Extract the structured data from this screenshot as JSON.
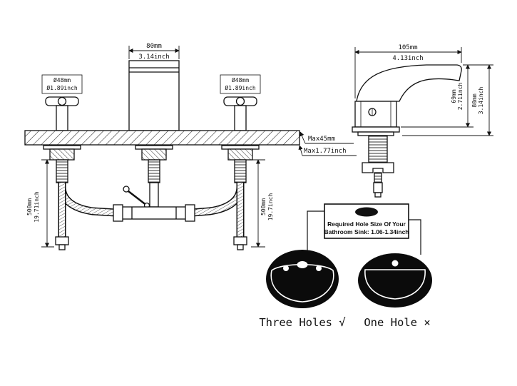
{
  "meta": {
    "background": "#ffffff",
    "ink": "#111111"
  },
  "front_view": {
    "spout_width": {
      "mm": "80mm",
      "inch": "3.14inch"
    },
    "left_handle": {
      "mm": "Ø48mm",
      "inch": "Ø1.89inch"
    },
    "right_handle": {
      "mm": "Ø48mm",
      "inch": "Ø1.89inch"
    },
    "deck_thickness": {
      "mm": "Max45mm",
      "inch": "Max1.77inch"
    },
    "left_hose": {
      "mm": "500mm",
      "inch": "19.71inch"
    },
    "right_hose": {
      "mm": "500mm",
      "inch": "19.7inch"
    }
  },
  "side_view": {
    "reach": {
      "mm": "105mm",
      "inch": "4.13inch"
    },
    "spout_height": {
      "mm": "69mm",
      "inch": "2.71inch"
    },
    "total_height": {
      "mm": "80mm",
      "inch": "3.14inch"
    }
  },
  "sink_guide": {
    "callout": {
      "line1": "Required Hole Size Of Your",
      "line2": "Bathroom Sink: 1.06-1.34inch"
    },
    "three_holes_label": "Three Holes √",
    "one_hole_label": "One Hole ×"
  }
}
